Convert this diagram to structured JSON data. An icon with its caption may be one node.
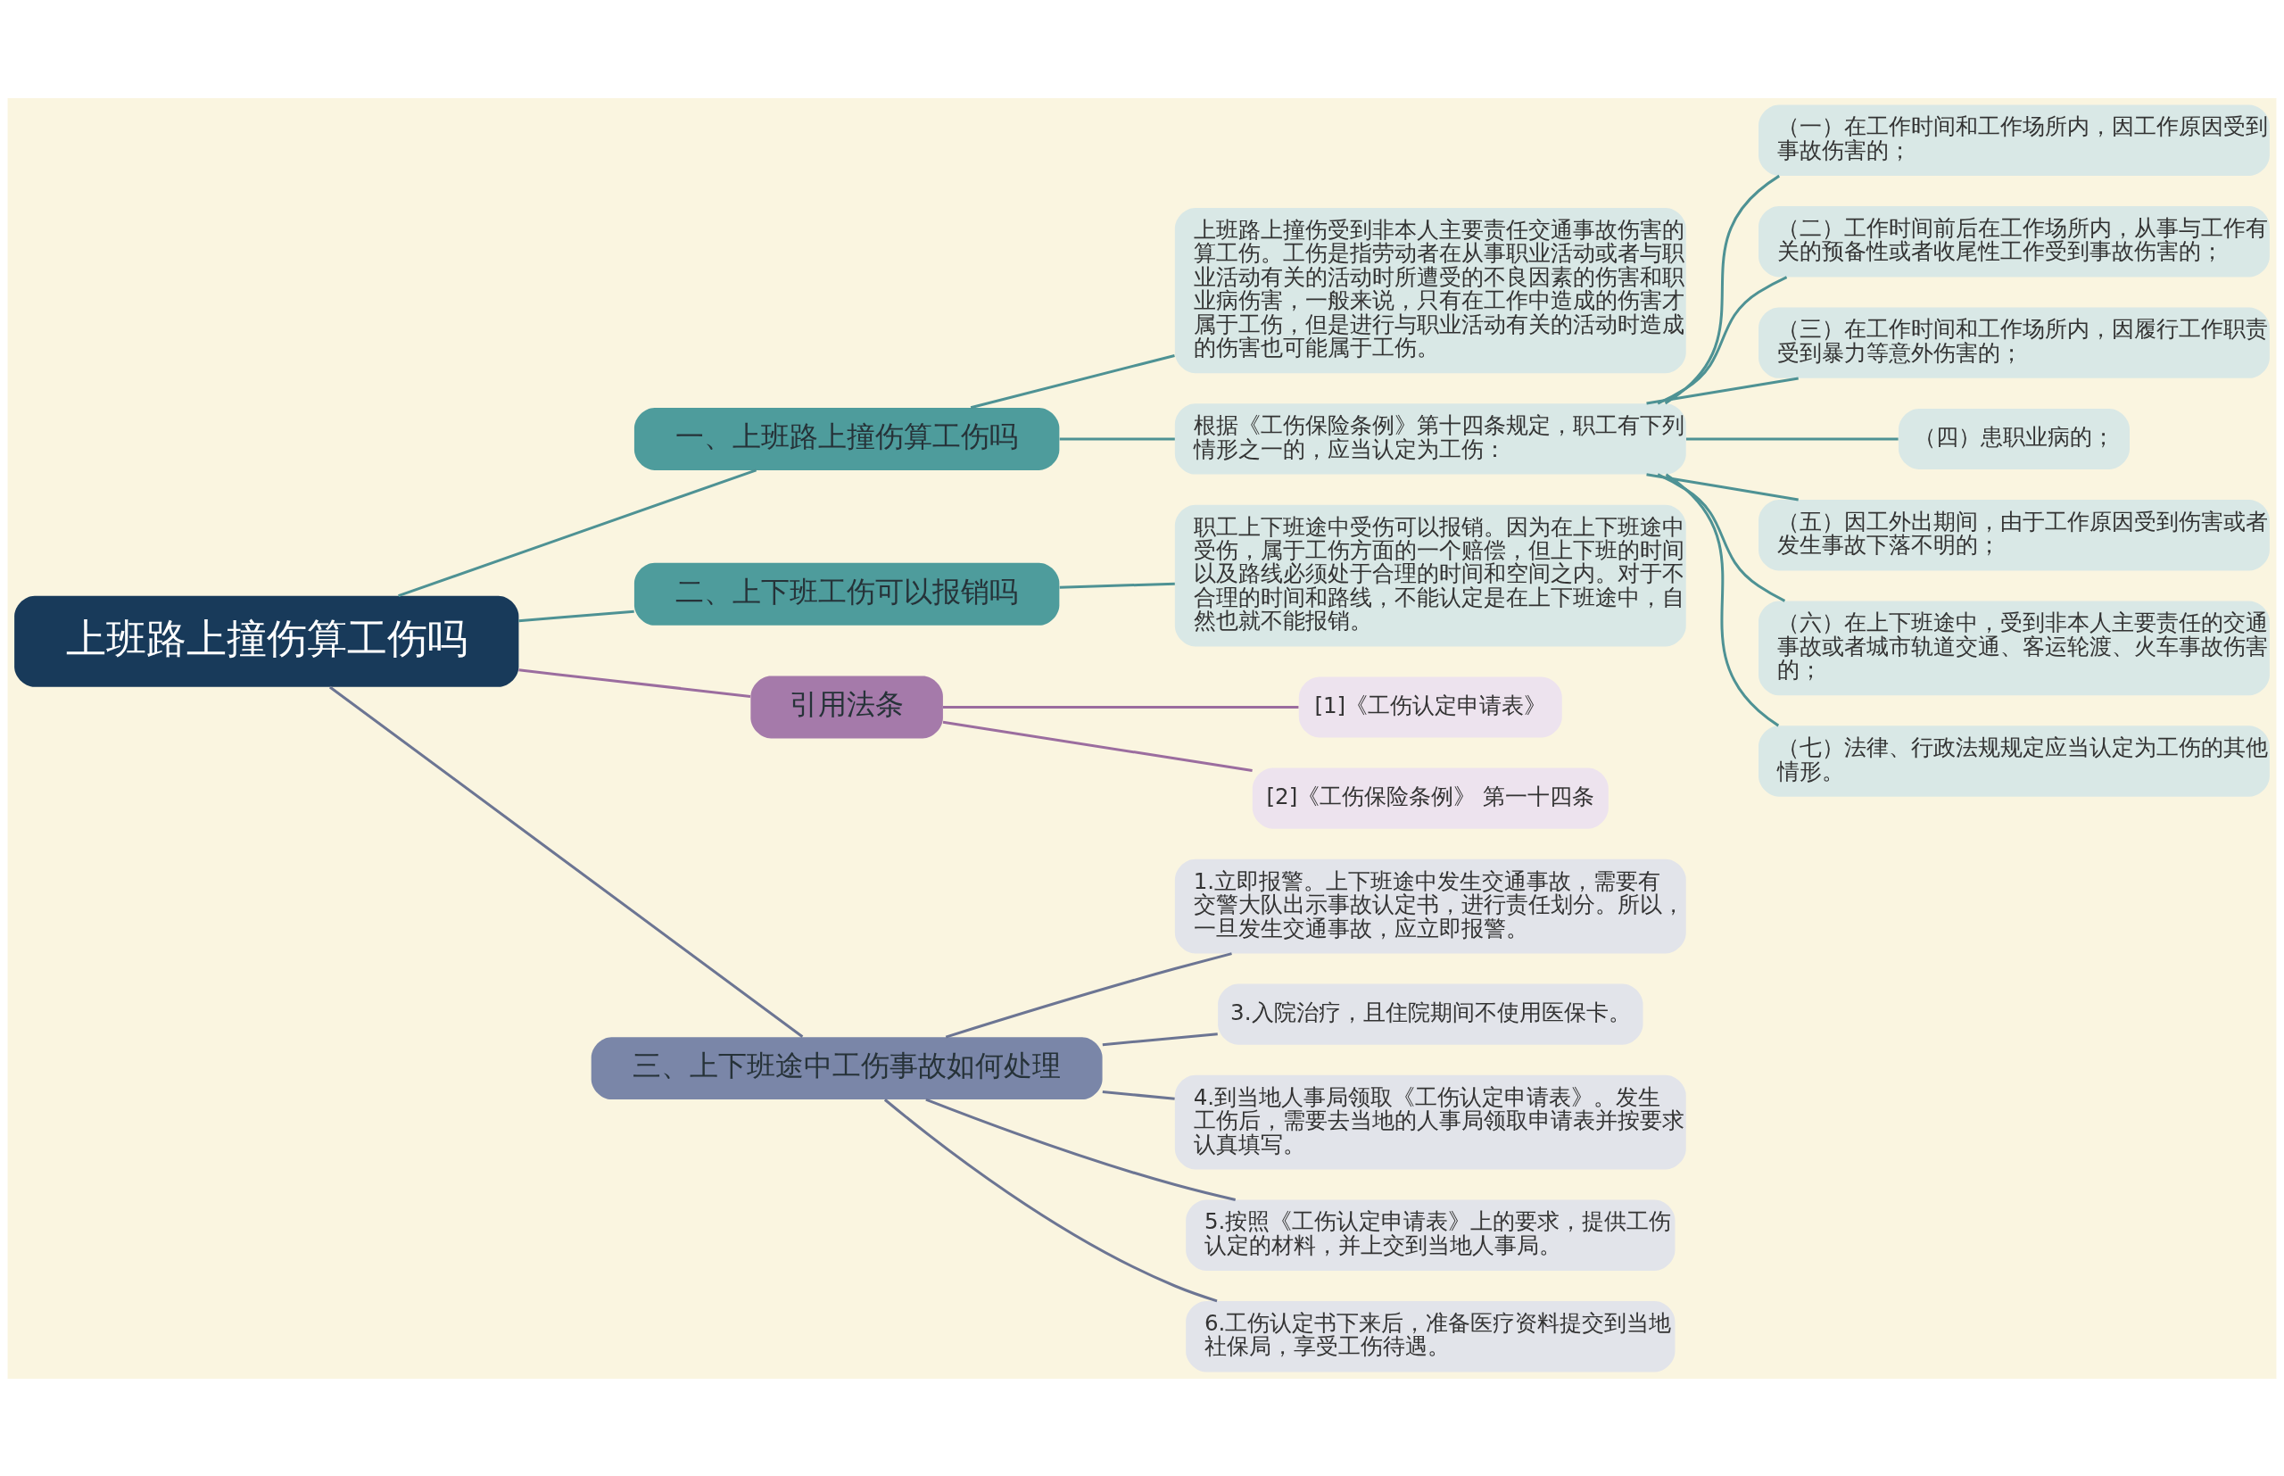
{
  "diagram": {
    "nodes": [
      {
        "text": [
          "上班路上撞伤算工伤吗"
        ]
      },
      {
        "text": [
          "一、上班路上撞伤算工伤吗"
        ]
      },
      {
        "text": [
          "上班路上撞伤受到非本人主要责任交通事故伤害的算工伤。工伤是指劳动者在从事职业活动或者与职业活动有关的活动时所遭受的不良因素的伤害和职业病伤害，一般来说，只有在工作中造成的伤害才属于工伤，但是进行与职业活动有关的活动时造成的伤害也可能属于工伤。"
        ]
      },
      {
        "text": [
          "根据《工伤保险条例》第十四条规定，职工有下列情形之一的，应当认定为工伤："
        ]
      },
      {
        "text": [
          "（一）在工作时间和工作场所内，因工作原因受到事故伤害的；"
        ]
      },
      {
        "text": [
          "（二）工作时间前后在工作场所内，从事与工作有关的预备性或者收尾性工作受到事故伤害的；"
        ]
      },
      {
        "text": [
          "（三）在工作时间和工作场所内，因履行工作职责受到暴力等意外伤害的；"
        ]
      },
      {
        "text": [
          "（四）患职业病的；"
        ]
      },
      {
        "text": [
          "（五）因工外出期间，由于工作原因受到伤害或者发生事故下落不明的；"
        ]
      },
      {
        "text": [
          "（六）在上下班途中，受到非本人主要责任的交通事故或者城市轨道交通、客运轮渡、火车事故伤害的；"
        ]
      },
      {
        "text": [
          "（七）法律、行政法规规定应当认定为工伤的其他情形。"
        ]
      },
      {
        "text": [
          "二、上下班工伤可以报销吗"
        ]
      },
      {
        "text": [
          "职工上下班途中受伤可以报销。因为在上下班途中受伤，属于工伤方面的一个赔偿，但上下班的时间以及路线必须处于合理的时间和空间之内。对于不合理的时间和路线，不能认定是在上下班途中，自然也就不能报销。"
        ]
      },
      {
        "text": [
          "引用法条"
        ]
      },
      {
        "text": [
          "[1]《工伤认定申请表》"
        ]
      },
      {
        "text": [
          "[2]《工伤保险条例》 第一十四条"
        ]
      },
      {
        "text": [
          "三、上下班途中工伤事故如何处理"
        ]
      },
      {
        "text": [
          "1.立即报警。上下班途中发生交通事故，需要有交警大队出示事故认定书，进行责任划分。所以，一旦发生交通事故，应立即报警。"
        ]
      },
      {
        "text": [
          "3.入院治疗，且住院期间不使用医保卡。"
        ]
      },
      {
        "text": [
          "4.到当地人事局领取《工伤认定申请表》。发生工伤后，需要去当地的人事局领取申请表并按要求认真填写。"
        ]
      },
      {
        "text": [
          "5.按照《工伤认定申请表》上的要求，提供工伤认定的材料，并上交到当地人事局。"
        ]
      },
      {
        "text": [
          "6.工伤认定书下来后，准备医疗资料提交到当地社保局，享受工伤待遇。"
        ]
      }
    ],
    "edges": [
      {
        "from": 0,
        "to": 1,
        "arrow": "none"
      },
      {
        "from": 1,
        "to": 2,
        "arrow": "none"
      },
      {
        "from": 1,
        "to": 3,
        "arrow": "none"
      },
      {
        "from": 3,
        "to": 4,
        "arrow": "none"
      },
      {
        "from": 3,
        "to": 5,
        "arrow": "none"
      },
      {
        "from": 3,
        "to": 6,
        "arrow": "none"
      },
      {
        "from": 3,
        "to": 7,
        "arrow": "none"
      },
      {
        "from": 3,
        "to": 8,
        "arrow": "none"
      },
      {
        "from": 3,
        "to": 9,
        "arrow": "none"
      },
      {
        "from": 3,
        "to": 10,
        "arrow": "none"
      },
      {
        "from": 0,
        "to": 11,
        "arrow": "none"
      },
      {
        "from": 11,
        "to": 12,
        "arrow": "none"
      },
      {
        "from": 0,
        "to": 13,
        "arrow": "none",
        "color": "#9b6d9f"
      },
      {
        "from": 13,
        "to": 14,
        "arrow": "none",
        "color": "#9b6d9f"
      },
      {
        "from": 13,
        "to": 15,
        "arrow": "none",
        "color": "#9b6d9f"
      },
      {
        "from": 0,
        "to": 16,
        "arrow": "none",
        "color": "#6c7593"
      },
      {
        "from": 16,
        "to": 17,
        "arrow": "none",
        "color": "#6c7593"
      },
      {
        "from": 16,
        "to": 18,
        "arrow": "none",
        "color": "#6c7593"
      },
      {
        "from": 16,
        "to": 19,
        "arrow": "none",
        "color": "#6c7593"
      },
      {
        "from": 16,
        "to": 20,
        "arrow": "none",
        "color": "#6c7593"
      },
      {
        "from": 16,
        "to": 21,
        "arrow": "none",
        "color": "#6c7593"
      }
    ]
  }
}
